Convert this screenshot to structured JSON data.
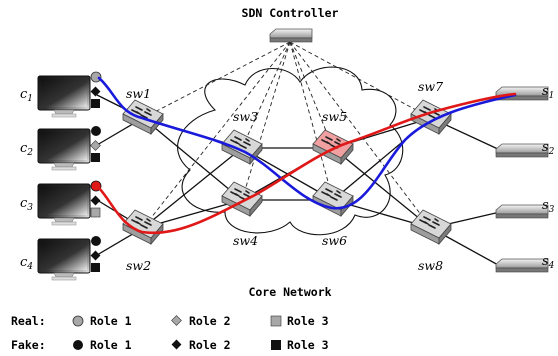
{
  "controller": {
    "label": "SDN Controller"
  },
  "core": {
    "label": "Core Network"
  },
  "clients": [
    {
      "sub": "1",
      "letter": "c"
    },
    {
      "sub": "2",
      "letter": "c"
    },
    {
      "sub": "3",
      "letter": "c"
    },
    {
      "sub": "4",
      "letter": "c"
    }
  ],
  "servers": [
    {
      "sub": "1",
      "letter": "s"
    },
    {
      "sub": "2",
      "letter": "s"
    },
    {
      "sub": "3",
      "letter": "s"
    },
    {
      "sub": "4",
      "letter": "s"
    }
  ],
  "switches": [
    {
      "id": "sw1",
      "name": "sw",
      "sub": "1"
    },
    {
      "id": "sw2",
      "name": "sw",
      "sub": "2"
    },
    {
      "id": "sw3",
      "name": "sw",
      "sub": "3"
    },
    {
      "id": "sw4",
      "name": "sw",
      "sub": "4"
    },
    {
      "id": "sw5",
      "name": "sw",
      "sub": "5"
    },
    {
      "id": "sw6",
      "name": "sw",
      "sub": "6"
    },
    {
      "id": "sw7",
      "name": "sw",
      "sub": "7"
    },
    {
      "id": "sw8",
      "name": "sw",
      "sub": "8"
    }
  ],
  "legend": {
    "real": {
      "label": "Real:",
      "items": [
        "Role 1",
        "Role 2",
        "Role 3"
      ]
    },
    "fake": {
      "label": "Fake:",
      "items": [
        "Role 1",
        "Role 2",
        "Role 3"
      ]
    }
  },
  "colors": {
    "path_blue": "#1a1adc",
    "path_red": "#e01818",
    "highlight_switch": "#f0a0a0",
    "switch_gray": "#d8d8d8",
    "real_marker": "#a8a8a8",
    "fake_marker": "#111111",
    "path_red_marker": "#e01818"
  }
}
